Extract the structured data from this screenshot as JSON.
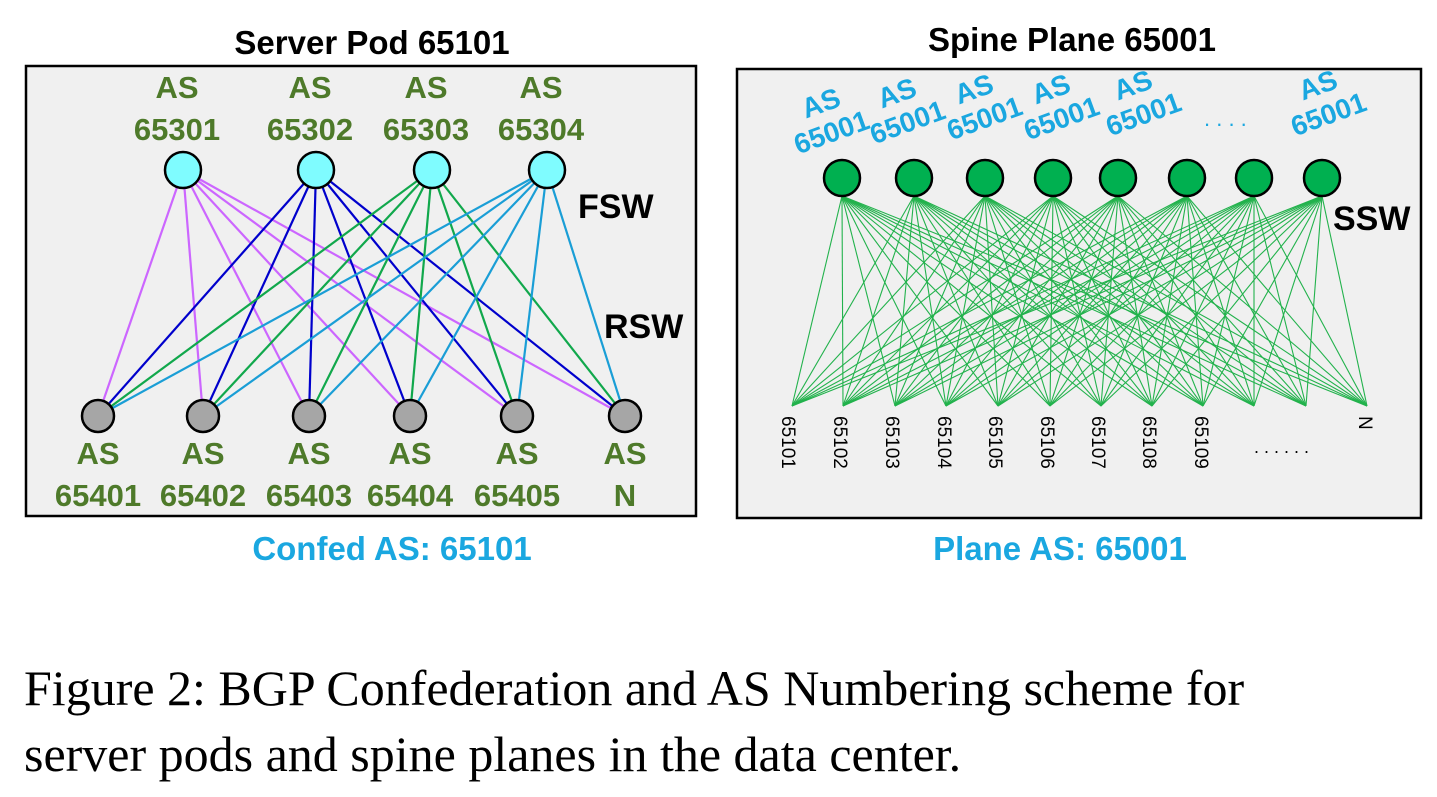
{
  "left": {
    "title": "Server Pod 65101",
    "fsw_label": "FSW",
    "rsw_label": "RSW",
    "fsw_nodes": [
      {
        "as": "AS",
        "num": "65301",
        "link_color": "#cc66ff"
      },
      {
        "as": "AS",
        "num": "65302",
        "link_color": "#0000cc"
      },
      {
        "as": "AS",
        "num": "65303",
        "link_color": "#11a84c"
      },
      {
        "as": "AS",
        "num": "65304",
        "link_color": "#1a9ed6"
      }
    ],
    "rsw_nodes": [
      {
        "as": "AS",
        "num": "65401"
      },
      {
        "as": "AS",
        "num": "65402"
      },
      {
        "as": "AS",
        "num": "65403"
      },
      {
        "as": "AS",
        "num": "65404"
      },
      {
        "as": "AS",
        "num": "65405"
      },
      {
        "as": "AS",
        "num": "N"
      }
    ],
    "footer": "Confed AS: 65101"
  },
  "right": {
    "title": "Spine Plane 65001",
    "ssw_label": "SSW",
    "ssw_labels": [
      {
        "as": "AS",
        "num": "65001"
      },
      {
        "as": "AS",
        "num": "65001"
      },
      {
        "as": "AS",
        "num": "65001"
      },
      {
        "as": "AS",
        "num": "65001"
      },
      {
        "as": "AS",
        "num": "65001"
      },
      {
        "as": "AS",
        "num": "65001"
      }
    ],
    "ellipsis_top": ". . . .",
    "ellipsis_bottom": ". . . . . .",
    "pod_labels": [
      "65101",
      "65102",
      "65103",
      "65104",
      "65105",
      "65106",
      "65107",
      "65108",
      "65109",
      "N"
    ],
    "footer": "Plane AS: 65001"
  },
  "colors": {
    "as_label": "#4e7a2a",
    "footer": "#1aa7e0",
    "fsw_node": "#7ffcff",
    "rsw_node": "#a6a6a6",
    "ssw_node": "#00b050",
    "spine_link": "#22b24c",
    "panel_bg": "#f0f0f0"
  },
  "caption": {
    "line1": "Figure 2: BGP Confederation and AS Numbering scheme for",
    "line2": "server pods and spine planes in the data center."
  }
}
